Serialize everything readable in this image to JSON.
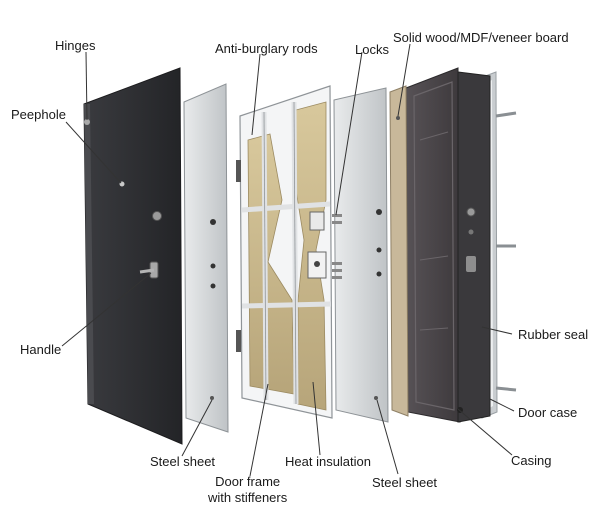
{
  "labels": {
    "hinges": "Hinges",
    "peephole": "Peephole",
    "handle": "Handle",
    "steel_sheet_front": "Steel sheet",
    "anti_burglary_rods": "Anti-burglary rods",
    "locks": "Locks",
    "solid_wood_board": "Solid wood/MDF/veneer board",
    "door_frame_line1": "Door frame",
    "door_frame_line2": "with stiffeners",
    "heat_insulation": "Heat insulation",
    "steel_sheet_back": "Steel sheet",
    "rubber_seal": "Rubber seal",
    "door_case": "Door case",
    "casing": "Casing"
  },
  "colors": {
    "door_leaf": "#2e2f33",
    "steel_sheet": "#cfd3d6",
    "frame": "#e4e6e8",
    "insulation": "#cdbb8e",
    "wood_board": "#c8b89a",
    "veneer_panel": "#4a4649",
    "leader_line": "#333333"
  }
}
